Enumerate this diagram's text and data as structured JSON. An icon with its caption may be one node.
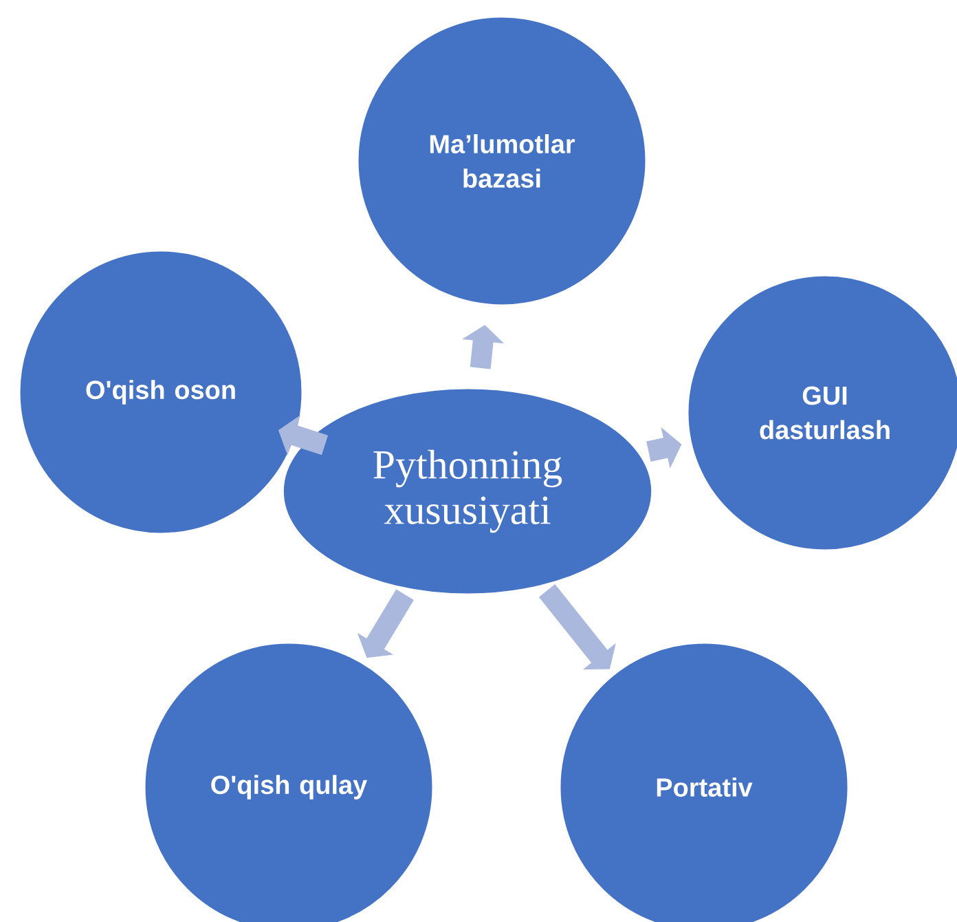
{
  "diagram": {
    "nodes": [
      {
        "text": [
          "Ma’lumotlar bazasi"
        ]
      },
      {
        "text": [
          "O'qish oson"
        ]
      },
      {
        "text": [
          "GUI dasturlash"
        ]
      },
      {
        "text": [
          "Pythonning xususiyati"
        ]
      },
      {
        "text": [
          "O'qish qulay"
        ]
      },
      {
        "text": [
          "Portativ"
        ]
      }
    ],
    "edges": [
      {
        "from": 3,
        "to": 0,
        "arrow": "to"
      },
      {
        "from": 3,
        "to": 1,
        "arrow": "to"
      },
      {
        "from": 3,
        "to": 2,
        "arrow": "to"
      },
      {
        "from": 3,
        "to": 4,
        "arrow": "to"
      },
      {
        "from": 3,
        "to": 5,
        "arrow": "to"
      }
    ]
  }
}
